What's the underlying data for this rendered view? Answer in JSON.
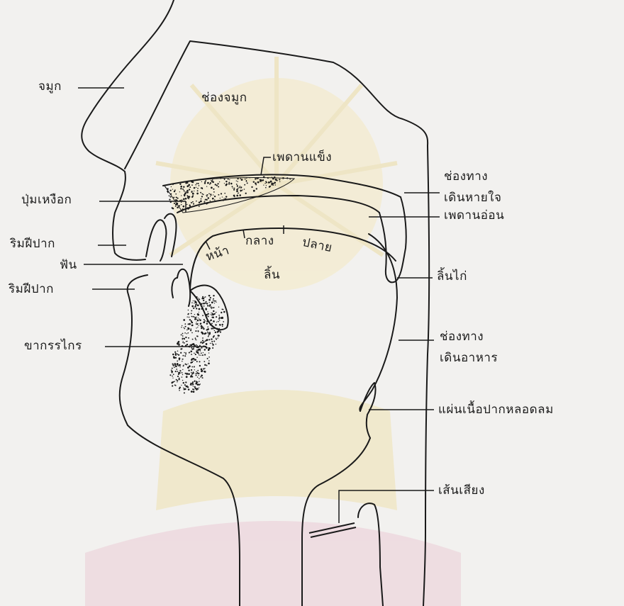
{
  "labels": {
    "nose": "จมูก",
    "nasal_cavity": "ช่องจมูก",
    "hard_palate": "เพดานแข็ง",
    "airway": "ช่องทาง\nเดินหายใจ",
    "alveolar_ridge": "ปุ่มเหงือก",
    "soft_palate": "เพดานอ่อน",
    "upper_lip": "ริมฝีปาก",
    "tongue_front": "หน้า",
    "tongue_middle": "กลาง",
    "tongue_back": "ปลาย",
    "teeth": "ฟัน",
    "tongue": "ลิ้น",
    "uvula": "ลิ้นไก่",
    "lower_lip": "ริมฝีปาก",
    "jaw": "ขากรรไกร",
    "food_passage": "ช่องทาง\nเดินอาหาร",
    "epiglottis": "แผ่นเนื้อปากหลอดลม",
    "vocal_cords": "เส้นเสียง"
  },
  "colors": {
    "ink": "#1a1a1a",
    "paper": "#f2f1ef",
    "watermark_gold": "#e9cf7a",
    "watermark_pink": "#e8b6c8"
  }
}
